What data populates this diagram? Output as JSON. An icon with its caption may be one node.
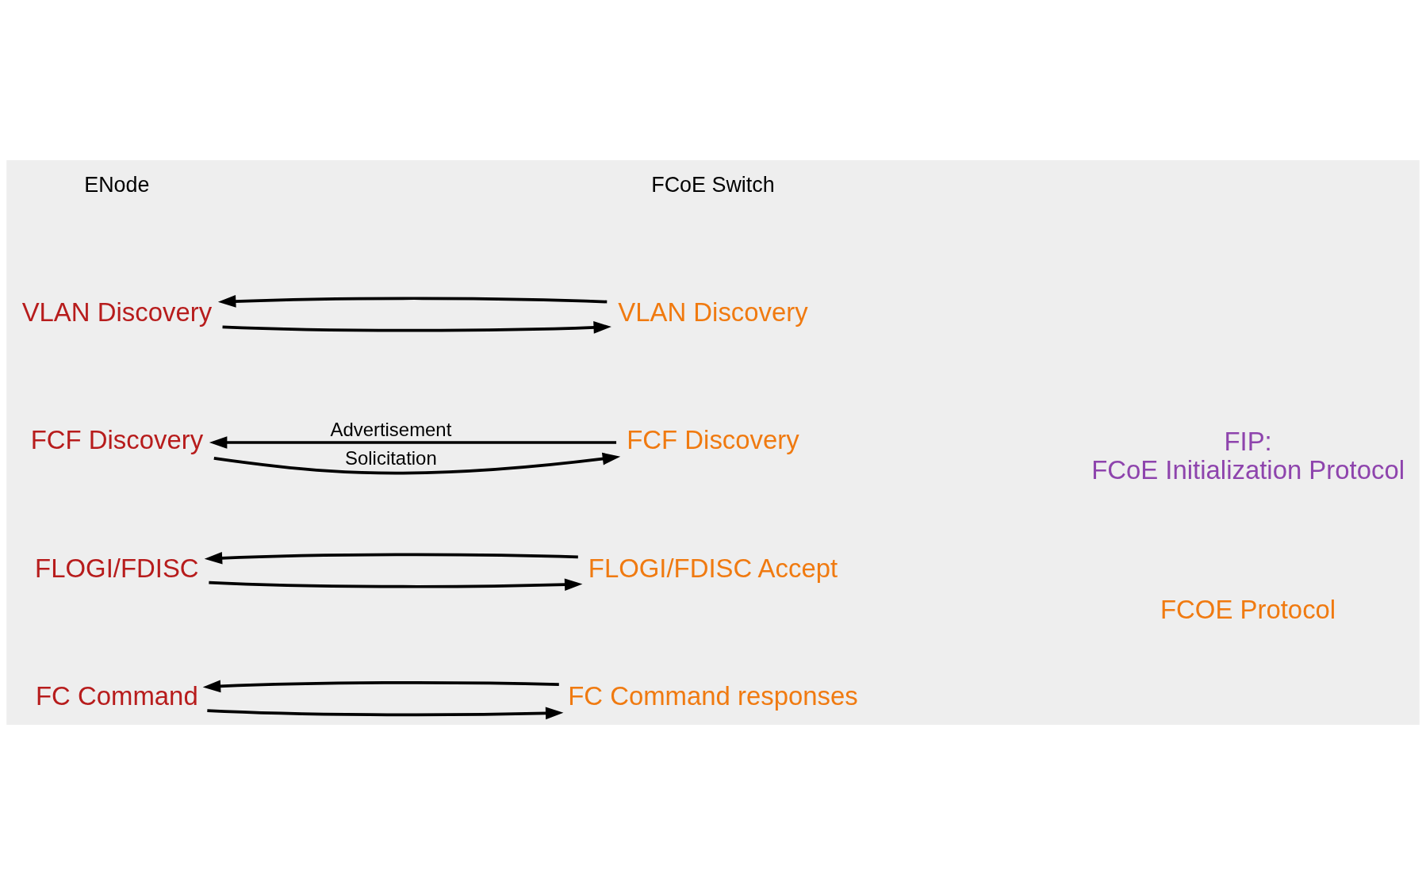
{
  "diagram": {
    "nodes": [
      {
        "text": [
          "VLAN Discovery"
        ]
      },
      {
        "text": [
          "VLAN Discovery"
        ]
      },
      {
        "text": [
          "FCF Discovery"
        ]
      },
      {
        "text": [
          "FCF Discovery"
        ]
      },
      {
        "text": [
          "FLOGI/FDISC"
        ]
      },
      {
        "text": [
          "FLOGI/FDISC Accept"
        ]
      },
      {
        "text": [
          "FC Command"
        ]
      },
      {
        "text": [
          "FC Command responses"
        ]
      }
    ],
    "edges": [
      {
        "from": 0,
        "to": 1,
        "arrow": "to"
      },
      {
        "from": 1,
        "to": 0,
        "arrow": "to"
      },
      {
        "from": 2,
        "to": 3,
        "label": "Solicitation",
        "arrow": "to"
      },
      {
        "from": 3,
        "to": 2,
        "label": "Advertisement",
        "arrow": "to"
      },
      {
        "from": 4,
        "to": 5,
        "arrow": "to"
      },
      {
        "from": 5,
        "to": 4,
        "arrow": "to"
      },
      {
        "from": 6,
        "to": 7,
        "arrow": "to"
      },
      {
        "from": 7,
        "to": 6,
        "arrow": "to"
      }
    ],
    "labels": [
      "ENode",
      "FCoE Switch",
      "FIP: FCoE Initialization Protocol",
      "FCOE Protocol"
    ]
  }
}
